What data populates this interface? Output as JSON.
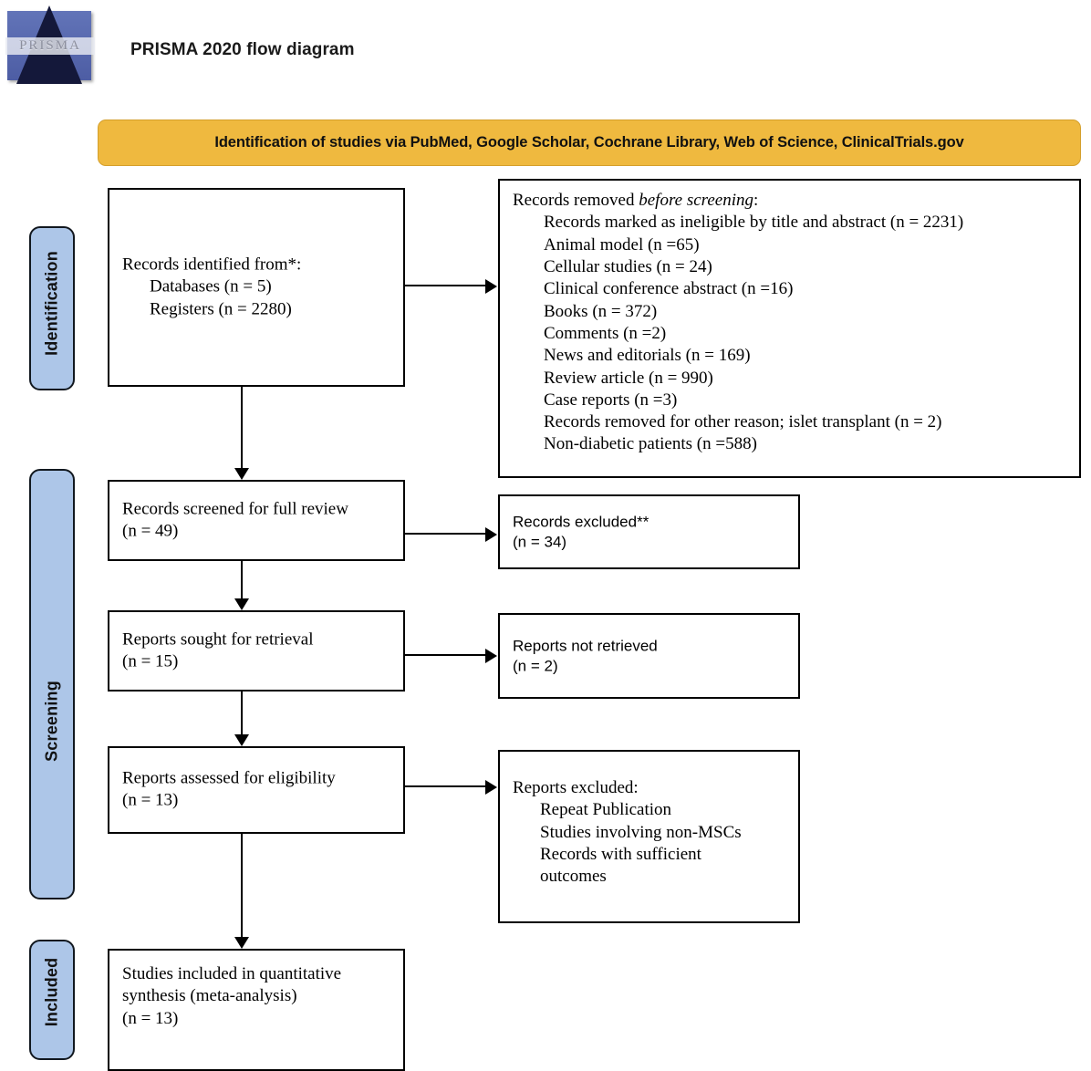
{
  "title": "PRISMA 2020 flow diagram",
  "logo": {
    "word": "PRISMA"
  },
  "colors": {
    "banner_fill": "#efb93f",
    "banner_border": "#d49f2c",
    "stage_pill_fill": "#adc6e8",
    "stage_pill_border": "#12181f",
    "box_border": "#000000",
    "logo_square": "#5a6bb0",
    "logo_triangle": "#14183a"
  },
  "banner": {
    "label": "Identification of studies via PubMed, Google Scholar, Cochrane Library, Web of Science, ClinicalTrials.gov"
  },
  "stages": [
    {
      "id": "identification",
      "label": "Identification"
    },
    {
      "id": "screening",
      "label": "Screening"
    },
    {
      "id": "included",
      "label": "Included"
    }
  ],
  "boxes": {
    "records_identified": {
      "heading": "Records identified from*:",
      "items": [
        "Databases (n = 5)",
        "Registers (n = 2280)"
      ]
    },
    "records_removed": {
      "heading_pre": "Records removed ",
      "heading_italic": "before screening",
      "heading_post": ":",
      "items": [
        "Records marked as ineligible by title and abstract (n = 2231)",
        "Animal model (n =65)",
        "Cellular studies (n = 24)",
        "Clinical conference abstract (n =16)",
        "Books (n = 372)",
        "Comments (n =2)",
        "News and editorials (n = 169)",
        "Review article (n = 990)",
        "Case reports (n =3)",
        "Records removed for other reason; islet transplant (n = 2)",
        "Non-diabetic patients (n =588)"
      ]
    },
    "records_screened": {
      "line1": "Records screened for full review",
      "line2": "(n = 49)"
    },
    "records_excluded": {
      "line1": "Records excluded**",
      "line2": "(n = 34)"
    },
    "reports_sought": {
      "line1": "Reports sought for retrieval",
      "line2": "(n = 15)"
    },
    "reports_not_retrieved": {
      "line1": "Reports not retrieved",
      "line2": "(n = 2)"
    },
    "reports_assessed": {
      "line1": " Reports assessed for eligibility",
      "line2": "(n = 13)"
    },
    "reports_excluded": {
      "heading": "Reports excluded:",
      "items": [
        "Repeat Publication",
        "Studies involving non-MSCs",
        "Records with sufficient",
        "outcomes"
      ]
    },
    "studies_included": {
      "line1": "Studies included in quantitative",
      "line2": "synthesis (meta-analysis)",
      "line3": "(n = 13)"
    }
  }
}
